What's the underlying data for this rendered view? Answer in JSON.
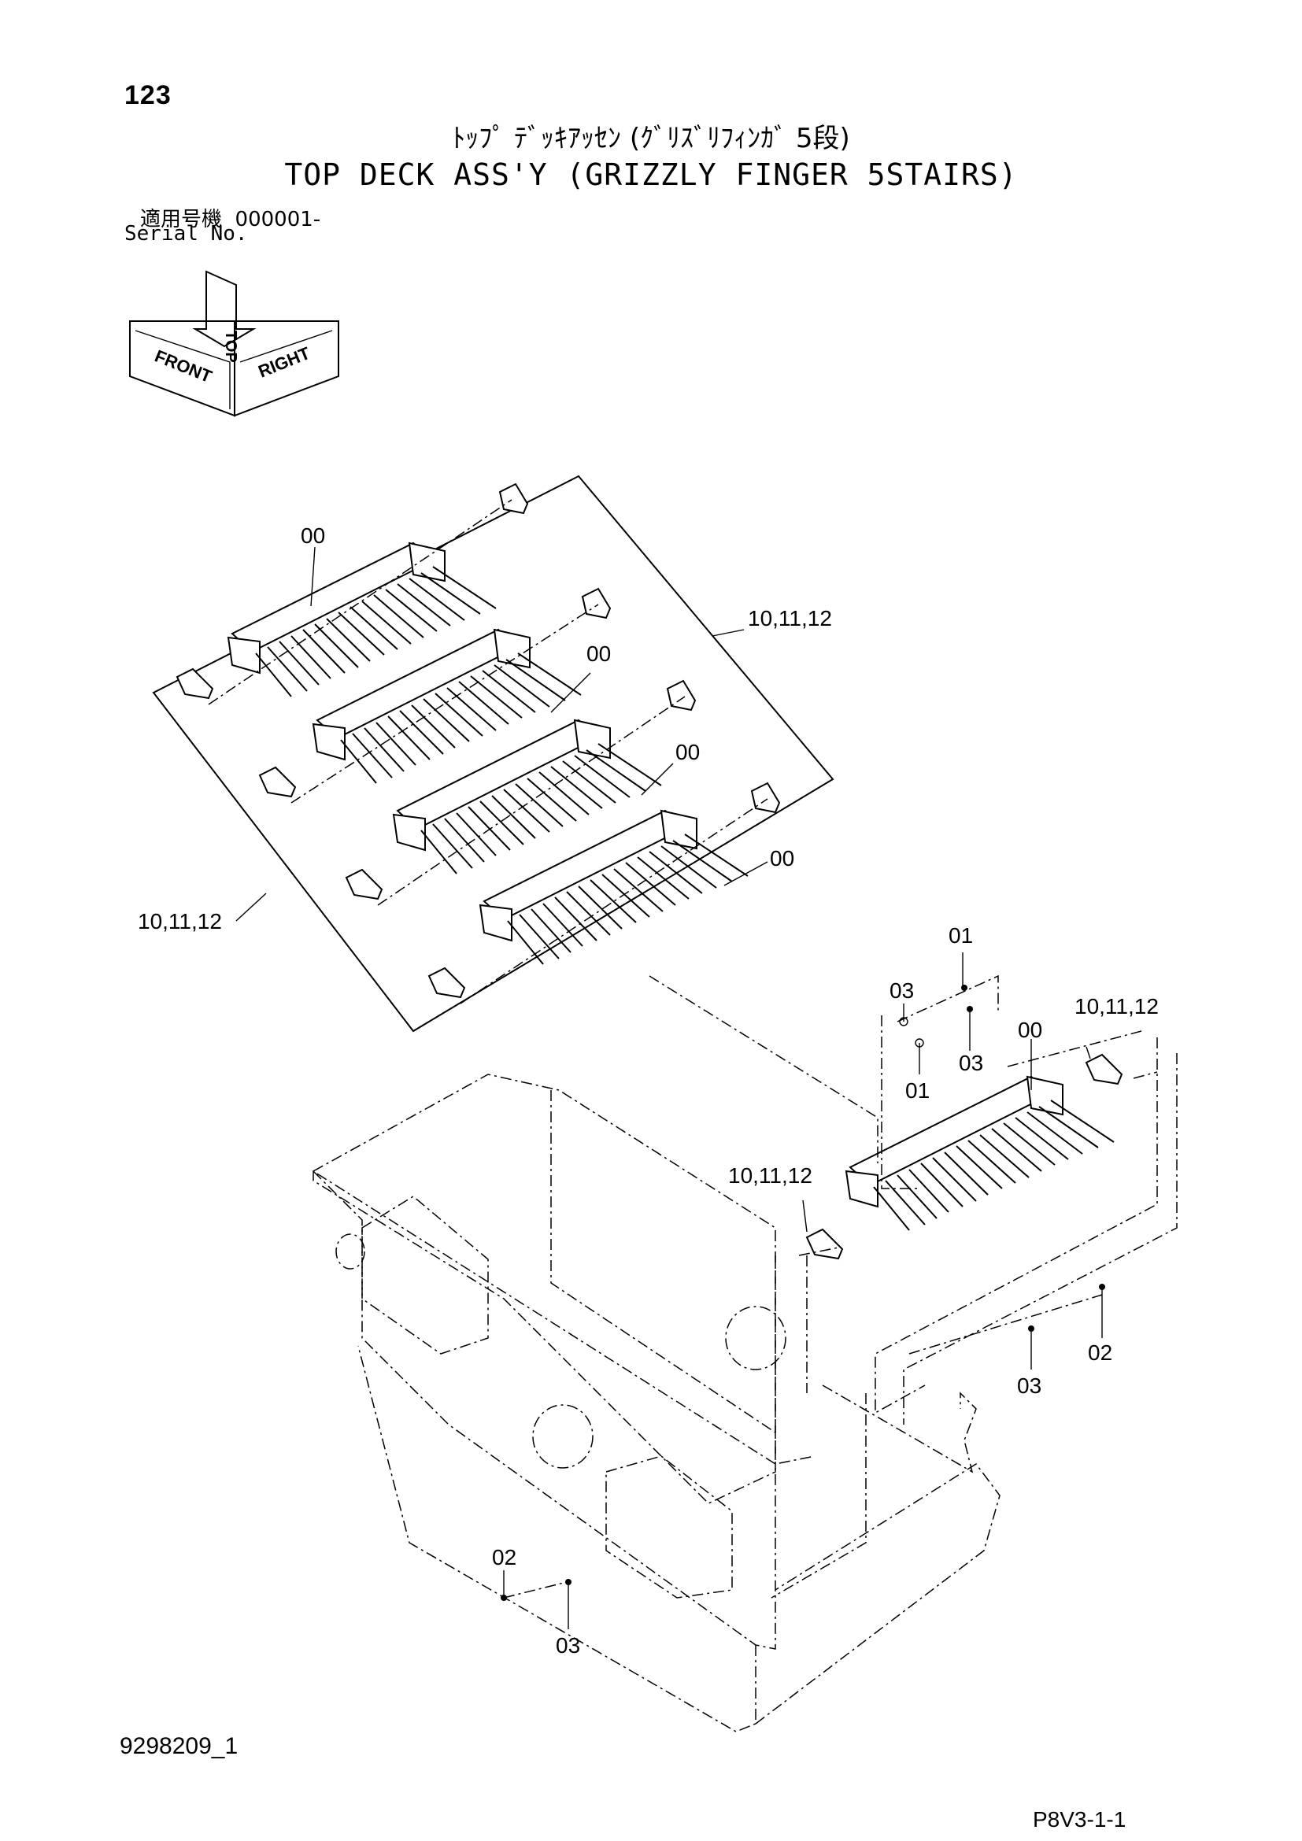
{
  "header": {
    "page_number": "123",
    "title_jp": "ﾄｯﾌﾟ ﾃﾞｯｷｱｯｾﾝ (ｸﾞﾘｽﾞﾘﾌｨﾝｶﾞ 5段)",
    "title_en": "TOP DECK ASS'Y (GRIZZLY FINGER 5STAIRS)",
    "serial_label_jp": "適用号機",
    "serial_value": "000001-",
    "serial_label_en": "Serial No."
  },
  "orientation": {
    "top": "TOP",
    "front": "FRONT",
    "right": "RIGHT"
  },
  "callouts": {
    "c00_a": "00",
    "c00_b": "00",
    "c00_c": "00",
    "c00_d": "00",
    "c00_e": "00",
    "c10_a": "10,11,12",
    "c10_b": "10,11,12",
    "c10_c": "10,11,12",
    "c10_d": "10,11,12",
    "c01_a": "01",
    "c01_b": "01",
    "c03_a": "03",
    "c03_b": "03",
    "c03_c": "03",
    "c03_d": "03",
    "c02_a": "02",
    "c02_b": "02"
  },
  "footer": {
    "doc_number": "9298209_1",
    "page_code": "P8V3-1-1"
  }
}
